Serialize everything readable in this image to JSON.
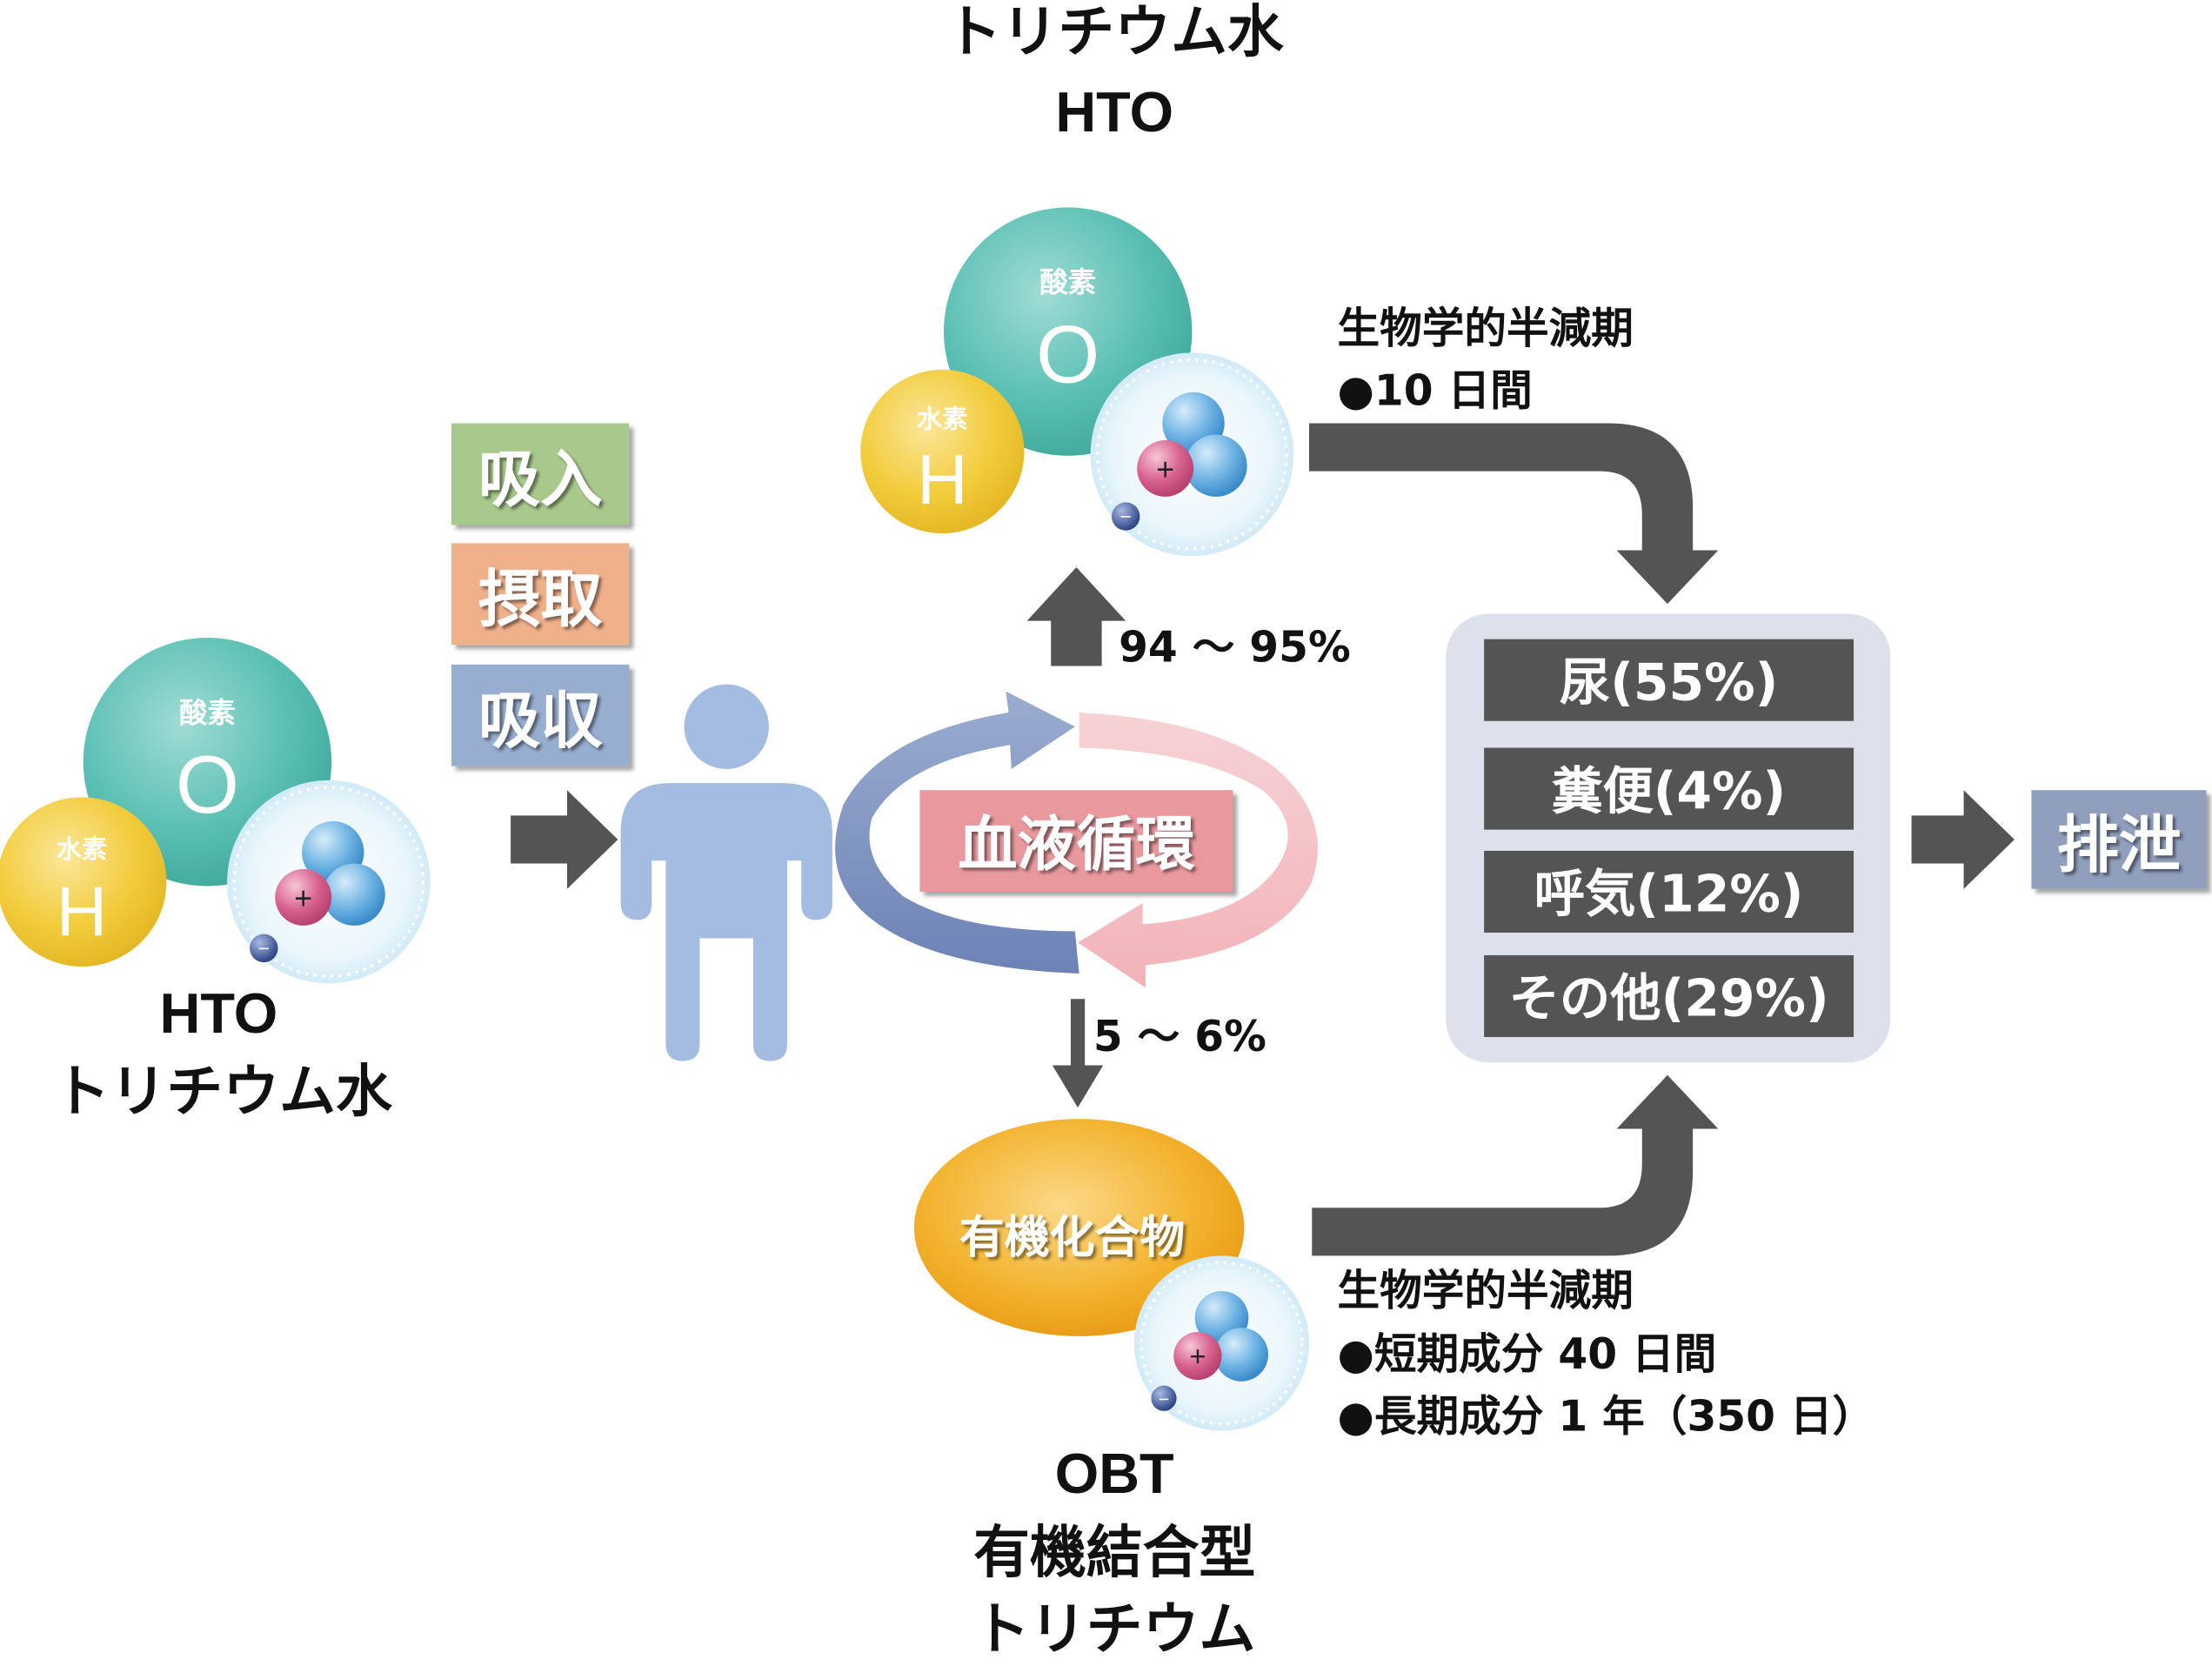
{
  "molecule_labels": {
    "oxygen_name": "酸素",
    "oxygen_symbol": "O",
    "hydrogen_name": "水素",
    "hydrogen_symbol": "H",
    "plus": "+",
    "minus": "−"
  },
  "left": {
    "code": "HTO",
    "name": "トリチウム水"
  },
  "routes": [
    "吸入",
    "摂取",
    "吸収"
  ],
  "circulation": "血液循環",
  "top": {
    "name": "トリチウム水",
    "code": "HTO",
    "percent": "94 〜 95%",
    "halflife_title": "生物学的半減期",
    "halflife_items": [
      "●10 日間"
    ]
  },
  "bottom": {
    "organic": "有機化合物",
    "percent": "5 〜 6%",
    "code": "OBT",
    "name_line1": "有機結合型",
    "name_line2": "トリチウム",
    "halflife_title": "生物学的半減期",
    "halflife_items": [
      "●短期成分 40 日間",
      "●長期成分 1 年（350 日）"
    ]
  },
  "excretion_items": [
    "尿(55%)",
    "糞便(4%)",
    "呼気(12%)",
    "その他(29%)"
  ],
  "excretion_label": "排泄",
  "colors": {
    "oxygen": "#5cc0b4",
    "hydrogen": "#f2cc3c",
    "route_inhale": "#a9c98c",
    "route_ingest": "#efb08a",
    "route_absorb": "#98aed0",
    "person": "#a4bce2",
    "circulation_box": "#e9999e",
    "arrow_dark": "#545454",
    "excretion_panel": "#dde1ec",
    "organic": "#f3b22c",
    "excretion_badge": "#8f9fbc"
  }
}
